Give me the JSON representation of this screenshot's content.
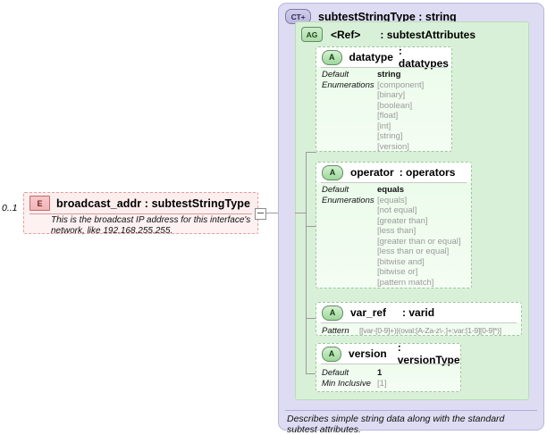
{
  "left_element": {
    "cardinality": "0..1",
    "icon": "E",
    "title": "broadcast_addr : subtestStringType",
    "documentation": "This is the broadcast IP address for this interface's network, like 192.168.255.255."
  },
  "connector": {
    "collapse_icon": "minus-box"
  },
  "complex_type": {
    "icon": "CT+",
    "title": "subtestStringType : string",
    "documentation": "Describes simple string data along with the standard subtest attributes."
  },
  "attribute_group": {
    "icon": "AG",
    "ref": "<Ref>",
    "type": ": subtestAttributes"
  },
  "attributes": [
    {
      "icon": "A",
      "name": "datatype",
      "type": ": datatypes",
      "properties": [
        {
          "label": "Default",
          "value": "string"
        },
        {
          "label": "Enumerations",
          "value": ""
        }
      ],
      "enumerations": [
        "[component]",
        "[binary]",
        "[boolean]",
        "[float]",
        "[int]",
        "[string]",
        "[version]"
      ]
    },
    {
      "icon": "A",
      "name": "operator",
      "type": ": operators",
      "properties": [
        {
          "label": "Default",
          "value": "equals"
        },
        {
          "label": "Enumerations",
          "value": ""
        }
      ],
      "enumerations": [
        "[equals]",
        "[not equal]",
        "[greater than]",
        "[less than]",
        "[greater than or equal]",
        "[less than or equal]",
        "[bitwise and]",
        "[bitwise or]",
        "[pattern match]"
      ]
    },
    {
      "icon": "A",
      "name": "var_ref",
      "type": ": varid",
      "pattern_label": "Pattern",
      "pattern_value": "[[var-[0-9]+)|(oval:[A-Za-z\\-.]+:var:[1-9][0-9]*)]"
    },
    {
      "icon": "A",
      "name": "version",
      "type": ": versionType",
      "properties": [
        {
          "label": "Default",
          "value": "1"
        },
        {
          "label": "Min Inclusive",
          "value": "[1]"
        }
      ]
    }
  ],
  "colors": {
    "element_border": "#e79ea0",
    "element_fill": "#fdf1f1",
    "ct_fill": "#dedcf2",
    "ag_fill": "#d9f0d8",
    "attr_fill": "#eafbe9",
    "connector": "#9a9a9a"
  }
}
